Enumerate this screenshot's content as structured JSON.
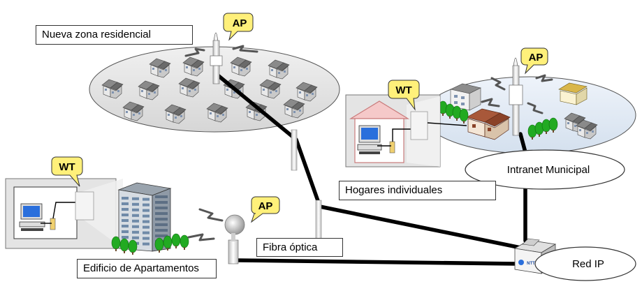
{
  "labels": {
    "residential": "Nueva zona residencial",
    "households": "Hogares individuales",
    "apartments": "Edificio de Apartamentos",
    "fiber": "Fibra óptica"
  },
  "nodes": {
    "intranet": "Intranet Municipal",
    "ip_network": "Red IP"
  },
  "callouts": {
    "ap": "AP",
    "wt": "WT"
  },
  "device_brand": "NTT",
  "colors": {
    "callout_fill": "#fff07a",
    "zone_fill": "#e4e4e4",
    "cable": "#000000",
    "house_roof": "#8a8a8a",
    "tree": "#22aa22"
  }
}
